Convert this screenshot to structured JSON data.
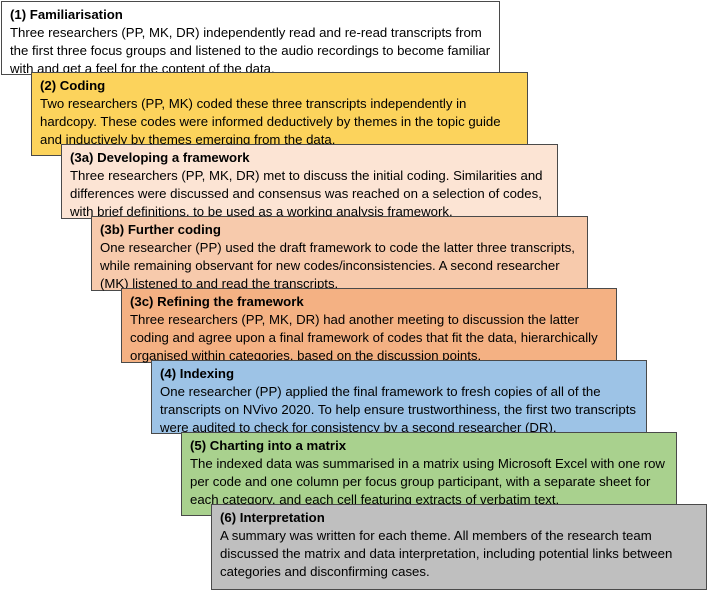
{
  "steps": [
    {
      "title": "(1) Familiarisation",
      "text": "Three researchers (PP, MK, DR) independently read and re-read transcripts from the first three focus groups and listened to the audio recordings to become familiar with and get a feel for the content of the data.",
      "fill": "#ffffff"
    },
    {
      "title": "(2) Coding",
      "text": "Two researchers (PP, MK) coded these three transcripts independently in hardcopy.  These codes were informed deductively by themes in the topic guide and inductively by themes emerging from the data.",
      "fill": "#fcd35c"
    },
    {
      "title": "(3a) Developing a framework",
      "text": "Three researchers (PP, MK, DR) met to discuss the initial coding. Similarities and differences were discussed and consensus was reached on a selection of codes, with brief definitions, to be used as a working analysis framework.",
      "fill": "#fce4d4"
    },
    {
      "title": "(3b) Further coding",
      "text": "One researcher (PP) used the draft framework to code the latter three transcripts, while remaining observant for new codes/inconsistencies. A second researcher (MK) listened to and read the transcripts.",
      "fill": "#f7caac"
    },
    {
      "title": "(3c) Refining the framework",
      "text": "Three researchers (PP, MK, DR) had another meeting to discussion the latter coding and agree upon a final framework of codes that fit the data, hierarchically organised within categories, based on the discussion points.",
      "fill": "#f4b183"
    },
    {
      "title": "(4) Indexing",
      "text": "One researcher (PP) applied the final framework to fresh copies of all of the transcripts on NVivo 2020. To help ensure trustworthiness, the first two transcripts were audited to check for consistency by a second researcher (DR).",
      "fill": "#9dc3e6"
    },
    {
      "title": "(5) Charting into a matrix",
      "text": "The indexed data was summarised in a matrix using Microsoft Excel with one row per code and one column per focus group participant, with a separate sheet for each category, and each cell featuring extracts of verbatim text.",
      "fill": "#a9d18e"
    },
    {
      "title": "(6) Interpretation",
      "text": "A summary was written for each theme. All members of the research team discussed the matrix and data interpretation, including potential links between categories and disconfirming cases.",
      "fill": "#bfbfbf"
    }
  ]
}
